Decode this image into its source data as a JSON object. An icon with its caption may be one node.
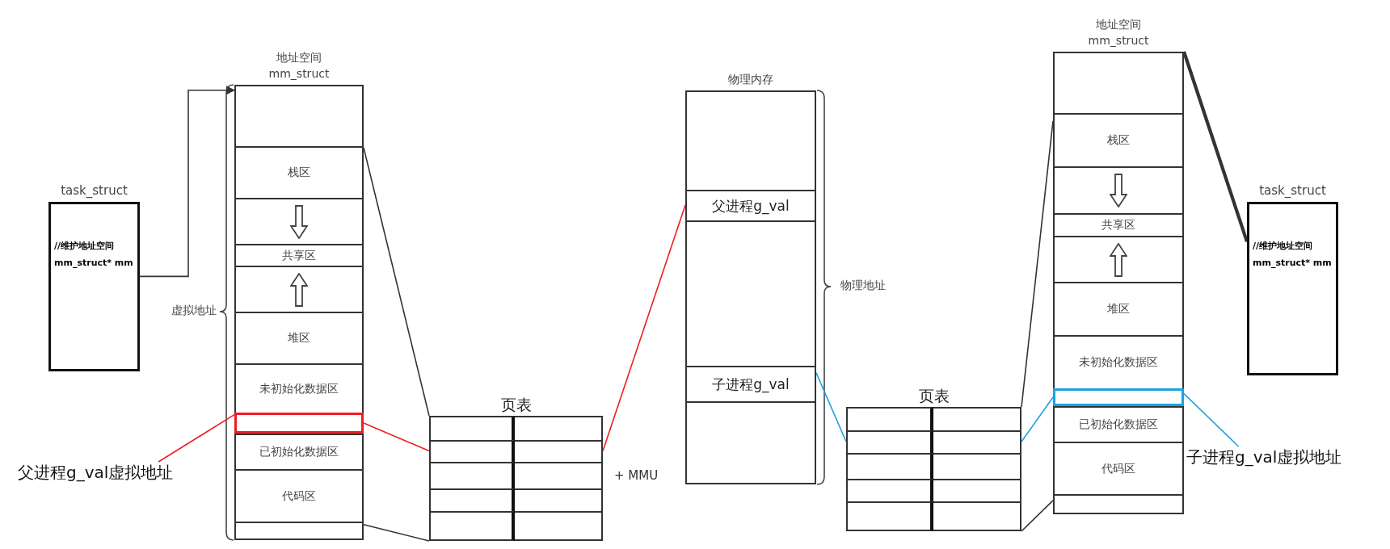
{
  "diagram": {
    "nodes": [
      {
        "text": [
          "task_struct",
          "//维护地址空间",
          "mm_struct* mm"
        ]
      },
      {
        "text": [
          "地址空间 mm_struct"
        ],
        "beside": [
          "虚拟地址"
        ]
      },
      {
        "text": [],
        "shape": "box",
        "in": 1
      },
      {
        "text": [
          "栈区"
        ],
        "in": 1
      },
      {
        "text": [],
        "shape": "box",
        "in": 1
      },
      {
        "text": [
          "共享区"
        ],
        "in": 1
      },
      {
        "text": [],
        "shape": "box",
        "in": 1
      },
      {
        "text": [
          "堆区"
        ],
        "in": 1
      },
      {
        "text": [
          "未初始化数据区"
        ],
        "in": 1
      },
      {
        "text": [],
        "shape": "box",
        "in": 1
      },
      {
        "text": [
          "已初始化数据区"
        ],
        "in": 1
      },
      {
        "text": [
          "代码区"
        ],
        "in": 1
      },
      {
        "text": [],
        "shape": "box",
        "in": 1
      },
      {
        "text": [
          "父进程g_val虚拟地址"
        ]
      },
      {
        "text": [
          "页表"
        ]
      },
      {
        "text": [],
        "shape": "box",
        "in": 14
      },
      {
        "text": [],
        "shape": "box",
        "in": 14
      },
      {
        "text": [],
        "shape": "box",
        "in": 14
      },
      {
        "text": [],
        "shape": "box",
        "in": 14
      },
      {
        "text": [],
        "shape": "box",
        "in": 14
      },
      {
        "text": [],
        "shape": "box",
        "in": 14
      },
      {
        "text": [],
        "shape": "box",
        "in": 14
      },
      {
        "text": [],
        "shape": "box",
        "in": 14
      },
      {
        "text": [],
        "shape": "box",
        "in": 14
      },
      {
        "text": [],
        "shape": "box",
        "in": 14
      },
      {
        "text": [
          "物理内存"
        ],
        "beside": [
          "物理地址"
        ]
      },
      {
        "text": [],
        "shape": "box",
        "in": 25
      },
      {
        "text": [
          "父进程g_val"
        ],
        "in": 25
      },
      {
        "text": [],
        "shape": "box",
        "in": 25
      },
      {
        "text": [
          "子进程g_val"
        ],
        "in": 25
      },
      {
        "text": [],
        "shape": "box",
        "in": 25
      },
      {
        "text": [
          "页表"
        ]
      },
      {
        "text": [],
        "shape": "box",
        "in": 31
      },
      {
        "text": [],
        "shape": "box",
        "in": 31
      },
      {
        "text": [],
        "shape": "box",
        "in": 31
      },
      {
        "text": [],
        "shape": "box",
        "in": 31
      },
      {
        "text": [],
        "shape": "box",
        "in": 31
      },
      {
        "text": [],
        "shape": "box",
        "in": 31
      },
      {
        "text": [],
        "shape": "box",
        "in": 31
      },
      {
        "text": [],
        "shape": "box",
        "in": 31
      },
      {
        "text": [],
        "shape": "box",
        "in": 31
      },
      {
        "text": [],
        "shape": "box",
        "in": 31
      },
      {
        "text": [
          "地址空间 mm_struct"
        ]
      },
      {
        "text": [],
        "shape": "box",
        "in": 42
      },
      {
        "text": [
          "栈区"
        ],
        "in": 42
      },
      {
        "text": [],
        "shape": "box",
        "in": 42
      },
      {
        "text": [
          "共享区"
        ],
        "in": 42
      },
      {
        "text": [],
        "shape": "box",
        "in": 42
      },
      {
        "text": [
          "堆区"
        ],
        "in": 42
      },
      {
        "text": [
          "未初始化数据区"
        ],
        "in": 42
      },
      {
        "text": [],
        "shape": "box",
        "in": 42
      },
      {
        "text": [
          "已初始化数据区"
        ],
        "in": 42
      },
      {
        "text": [
          "代码区"
        ],
        "in": 42
      },
      {
        "text": [],
        "shape": "box",
        "in": 42
      },
      {
        "text": [
          "task_struct",
          "//维护地址空间",
          "mm_struct* mm"
        ]
      },
      {
        "text": [
          "子进程g_val虚拟地址"
        ]
      }
    ],
    "edges": [
      {
        "from": 0,
        "to": 1,
        "arrow": "to"
      },
      {
        "from": 13,
        "to": 9,
        "arrow": "none",
        "color": "#ee1c24"
      },
      {
        "from": 1,
        "to": 14,
        "arrow": "none"
      },
      {
        "from": 1,
        "to": 14,
        "arrow": "none"
      },
      {
        "from": 9,
        "to": 17,
        "arrow": "none",
        "color": "#ee1c24"
      },
      {
        "from": 18,
        "to": 27,
        "arrow": "none",
        "color": "#ee1c24"
      },
      {
        "from": 29,
        "to": 34,
        "arrow": "none",
        "color": "#1ba1e2"
      },
      {
        "from": 35,
        "to": 50,
        "arrow": "none",
        "color": "#1ba1e2"
      },
      {
        "from": 55,
        "to": 50,
        "arrow": "none",
        "color": "#1ba1e2"
      },
      {
        "from": 31,
        "to": 42,
        "arrow": "none"
      },
      {
        "from": 31,
        "to": 42,
        "arrow": "none"
      },
      {
        "from": 54,
        "to": 42,
        "arrow": "none",
        "style": "thick"
      }
    ],
    "labels": [
      "+ MMU"
    ]
  }
}
